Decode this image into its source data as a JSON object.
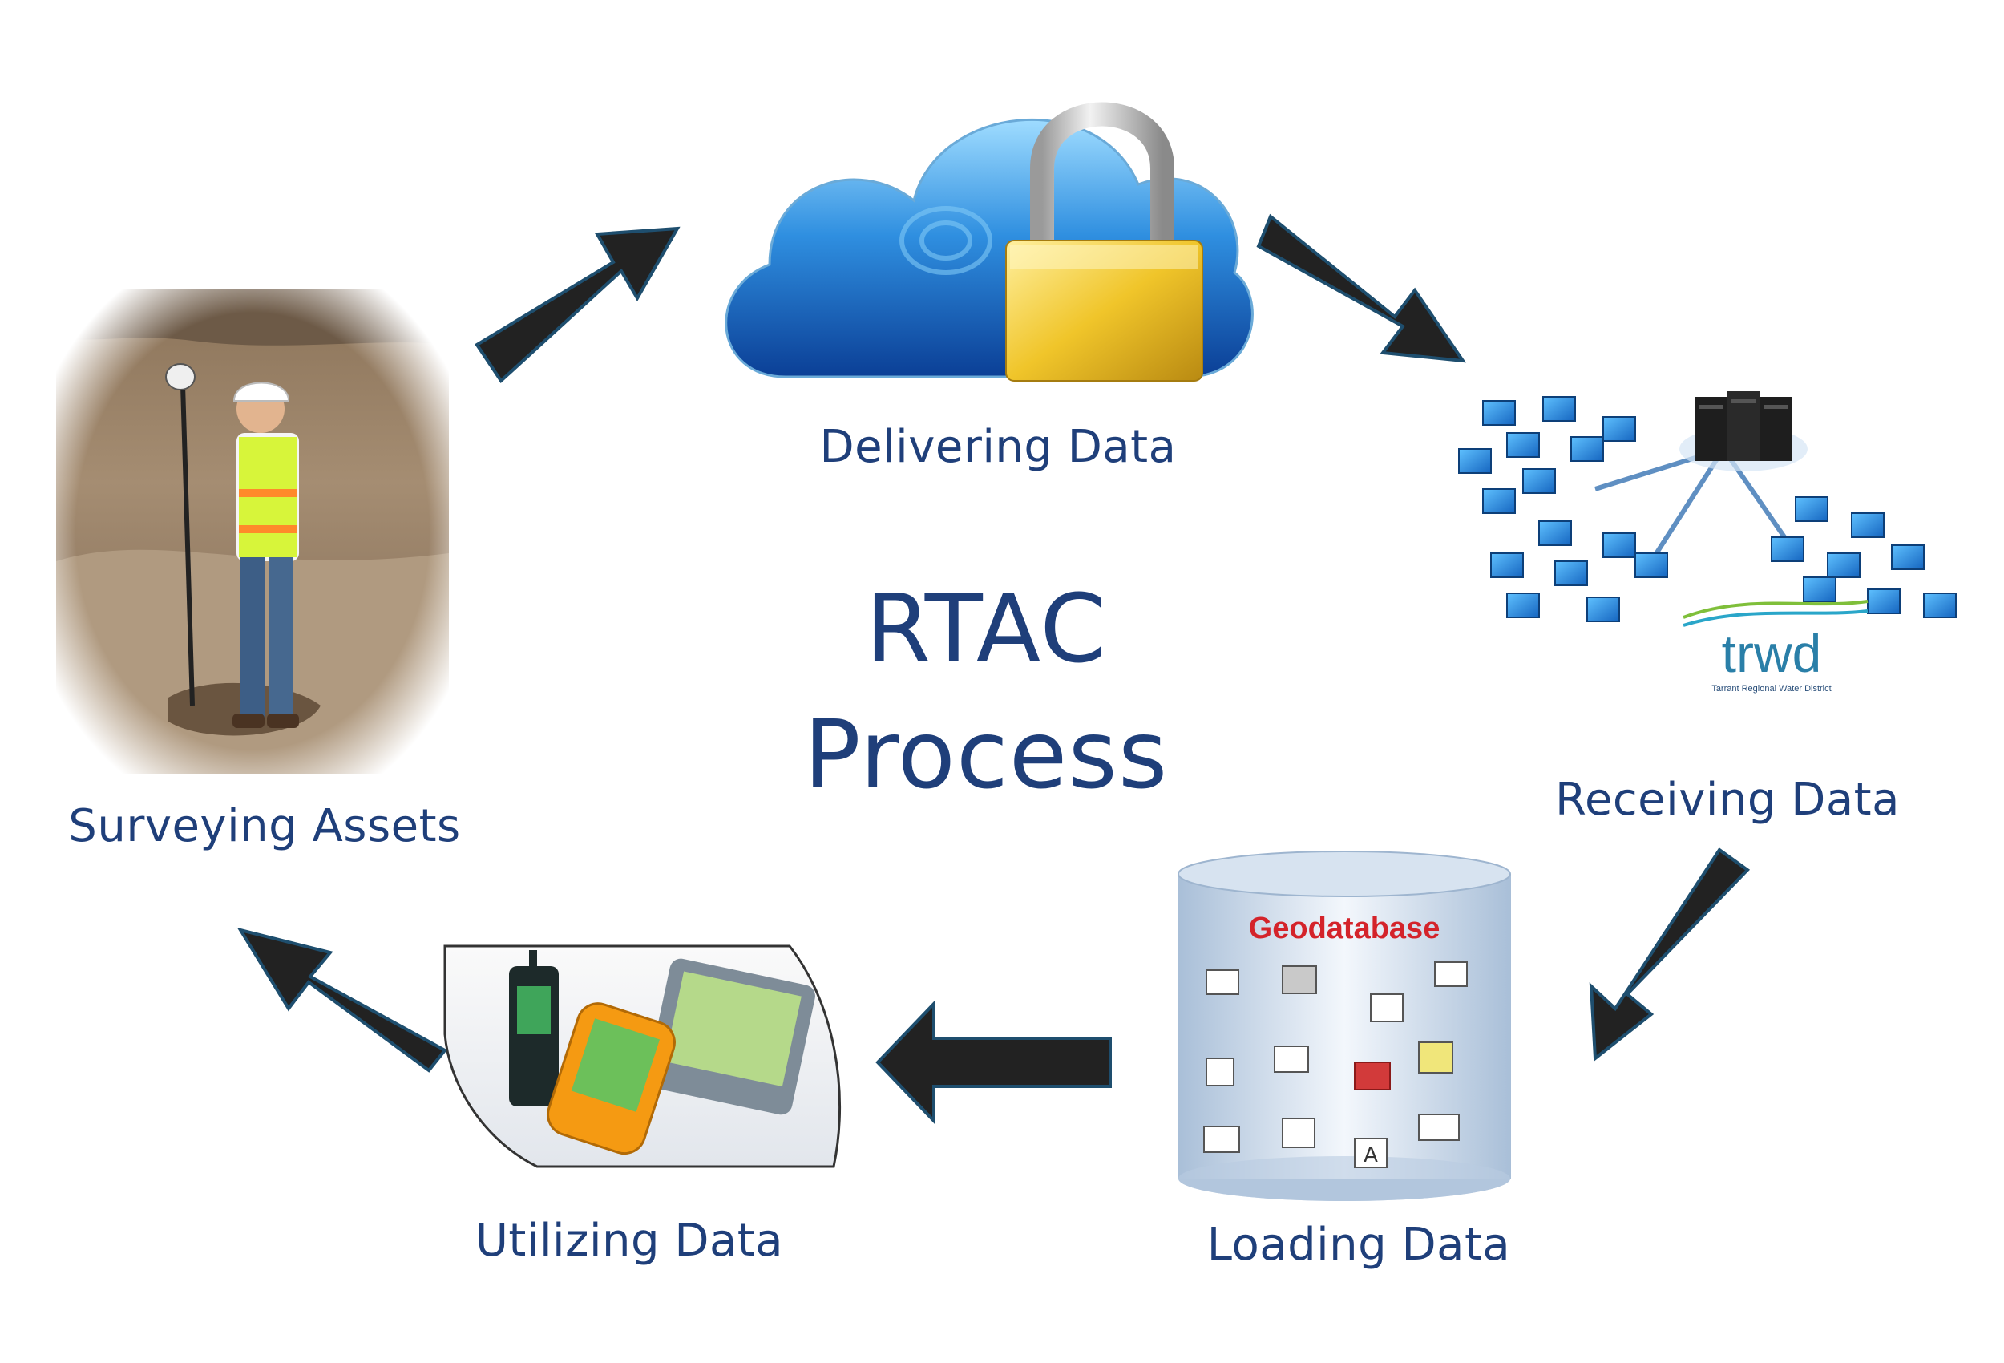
{
  "title": {
    "line1": "RTAC",
    "line2": "Process"
  },
  "steps": [
    {
      "id": "surveying",
      "label": "Surveying Assets"
    },
    {
      "id": "delivering",
      "label": "Delivering Data"
    },
    {
      "id": "receiving",
      "label": "Receiving Data"
    },
    {
      "id": "loading",
      "label": "Loading Data"
    },
    {
      "id": "utilizing",
      "label": "Utilizing Data"
    }
  ],
  "logo": {
    "word": "trwd",
    "subtitle": "Tarrant Regional Water District"
  },
  "geodatabase": {
    "title": "Geodatabase",
    "badge": "A"
  },
  "colors": {
    "text": "#1f3f7a",
    "arrow": "#222222",
    "arrow_outline": "#1e4e6e"
  }
}
